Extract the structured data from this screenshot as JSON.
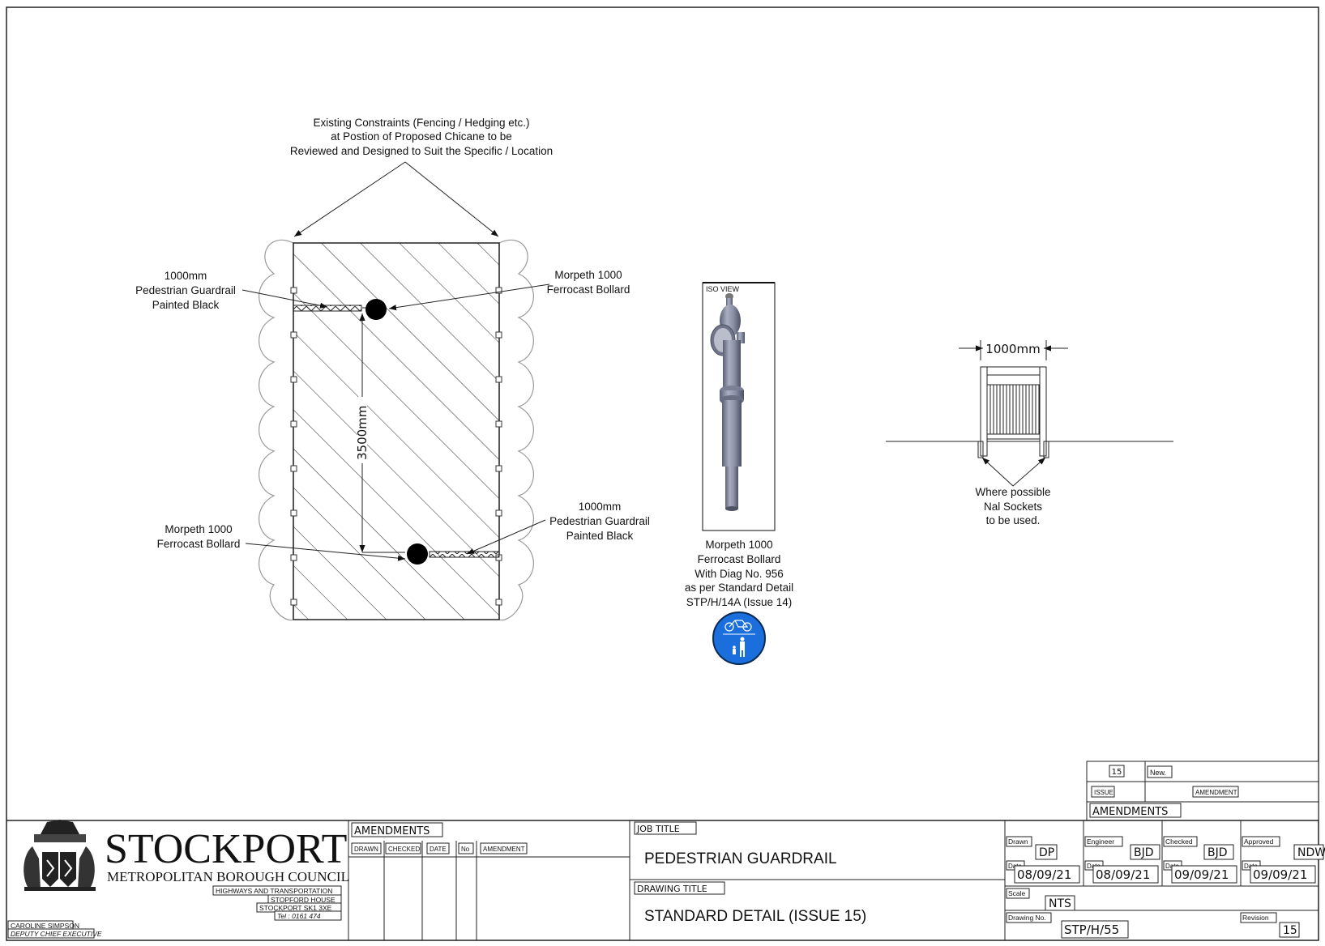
{
  "drawing": {
    "constraints_note": [
      "Existing Constraints (Fencing / Hedging etc.)",
      "at Postion of Proposed Chicane to be",
      "Reviewed and Designed to Suit the Specific / Location"
    ],
    "guardrail_top_label": [
      "1000mm",
      "Pedestrian Guardrail",
      "Painted Black"
    ],
    "bollard_top_label": [
      "Morpeth 1000",
      "Ferrocast Bollard"
    ],
    "bollard_bottom_label": [
      "Morpeth 1000",
      "Ferrocast Bollard"
    ],
    "guardrail_bottom_label": [
      "1000mm",
      "Pedestrian Guardrail",
      "Painted Black"
    ],
    "dimension_gap": "3500mm",
    "iso_view_label": "ISO VIEW",
    "bollard_caption": [
      "Morpeth 1000",
      "Ferrocast Bollard",
      "With Diag No. 956",
      "as per Standard Detail",
      "STP/H/14A (Issue 14)"
    ],
    "elevation_width": "1000mm",
    "sockets_note": [
      "Where possible",
      "Nal Sockets",
      "to be used."
    ],
    "sign_color": "#1a6fdc"
  },
  "title_block": {
    "council_name": "STOCKPORT",
    "council_sub": "METROPOLITAN BOROUGH COUNCIL",
    "dept_lines": [
      "HIGHWAYS AND TRANSPORTATION",
      "STOPFORD HOUSE",
      "STOCKPORT SK1 3XE",
      "Tel : 0161 474"
    ],
    "officer_name": "CAROLINE SIMPSON",
    "officer_role": "DEPUTY CHIEF EXECUTIVE",
    "amendments_title": "AMENDMENTS",
    "amend_headers": [
      "DRAWN",
      "CHECKED",
      "DATE",
      "No",
      "AMENDMENT"
    ],
    "job_title_label": "JOB TITLE",
    "job_title": "PEDESTRIAN GUARDRAIL",
    "drawing_title_label": "DRAWING TITLE",
    "drawing_title": "STANDARD DETAIL (ISSUE 15)",
    "roles": [
      {
        "label": "Drawn",
        "initials": "DP",
        "date_label": "Date",
        "date": "08/09/21"
      },
      {
        "label": "Engineer",
        "initials": "BJD",
        "date_label": "Date",
        "date": "08/09/21"
      },
      {
        "label": "Checked",
        "initials": "BJD",
        "date_label": "Date",
        "date": "09/09/21"
      },
      {
        "label": "Approved",
        "initials": "NDW",
        "date_label": "Date",
        "date": "09/09/21"
      }
    ],
    "scale_label": "Scale",
    "scale": "NTS",
    "drawing_no_label": "Drawing No.",
    "drawing_no": "STP/H/55",
    "revision_label": "Revision",
    "revision": "15"
  },
  "amendments_box": {
    "issue_no": "15",
    "issue_text": "New.",
    "issue_header": "ISSUE",
    "amendment_header": "AMENDMENT",
    "title": "AMENDMENTS"
  }
}
